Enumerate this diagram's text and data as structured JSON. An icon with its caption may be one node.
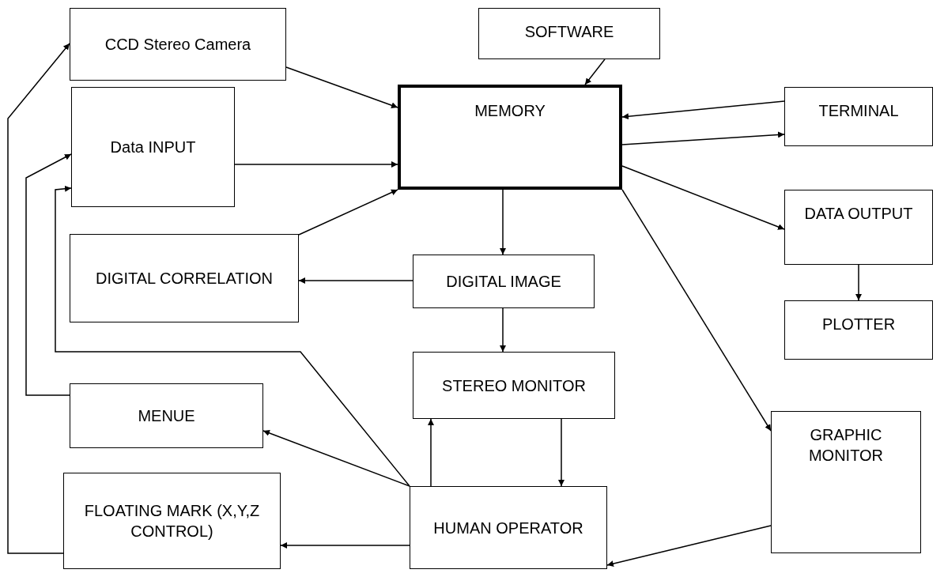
{
  "diagram": {
    "nodes": [
      {
        "text": [
          "CCD Stereo Camera"
        ]
      },
      {
        "text": [
          "SOFTWARE"
        ]
      },
      {
        "text": [
          "MEMORY"
        ]
      },
      {
        "text": [
          "TERMINAL"
        ]
      },
      {
        "text": [
          "Data INPUT"
        ]
      },
      {
        "text": [
          "DATA OUTPUT"
        ]
      },
      {
        "text": [
          "DIGITAL CORRELATION"
        ]
      },
      {
        "text": [
          "DIGITAL IMAGE"
        ]
      },
      {
        "text": [
          "PLOTTER"
        ]
      },
      {
        "text": [
          "STEREO MONITOR"
        ]
      },
      {
        "text": [
          "MENUE"
        ]
      },
      {
        "text": [
          "GRAPHIC MONITOR"
        ]
      },
      {
        "text": [
          "FLOATING MARK (X,Y,Z CONTROL)"
        ]
      },
      {
        "text": [
          "HUMAN OPERATOR"
        ]
      }
    ],
    "edges": [
      {
        "from": 0,
        "to": 2,
        "arrow": "to"
      },
      {
        "from": 1,
        "to": 2,
        "arrow": "to"
      },
      {
        "from": 3,
        "to": 2,
        "arrow": "to"
      },
      {
        "from": 2,
        "to": 3,
        "arrow": "to"
      },
      {
        "from": 4,
        "to": 2,
        "arrow": "to"
      },
      {
        "from": 6,
        "to": 2,
        "arrow": "to"
      },
      {
        "from": 2,
        "to": 7,
        "arrow": "to"
      },
      {
        "from": 7,
        "to": 6,
        "arrow": "to"
      },
      {
        "from": 2,
        "to": 5,
        "arrow": "to"
      },
      {
        "from": 2,
        "to": 11,
        "arrow": "to"
      },
      {
        "from": 5,
        "to": 8,
        "arrow": "to"
      },
      {
        "from": 7,
        "to": 9,
        "arrow": "to"
      },
      {
        "from": 9,
        "to": 13,
        "arrow": "to"
      },
      {
        "from": 13,
        "to": 9,
        "arrow": "to"
      },
      {
        "from": 13,
        "to": 10,
        "arrow": "to"
      },
      {
        "from": 13,
        "to": 12,
        "arrow": "to"
      },
      {
        "from": 11,
        "to": 13,
        "arrow": "to"
      },
      {
        "from": 13,
        "to": 4,
        "arrow": "to"
      },
      {
        "from": 10,
        "to": 4,
        "arrow": "to"
      },
      {
        "from": 12,
        "to": 0,
        "arrow": "to"
      }
    ]
  }
}
